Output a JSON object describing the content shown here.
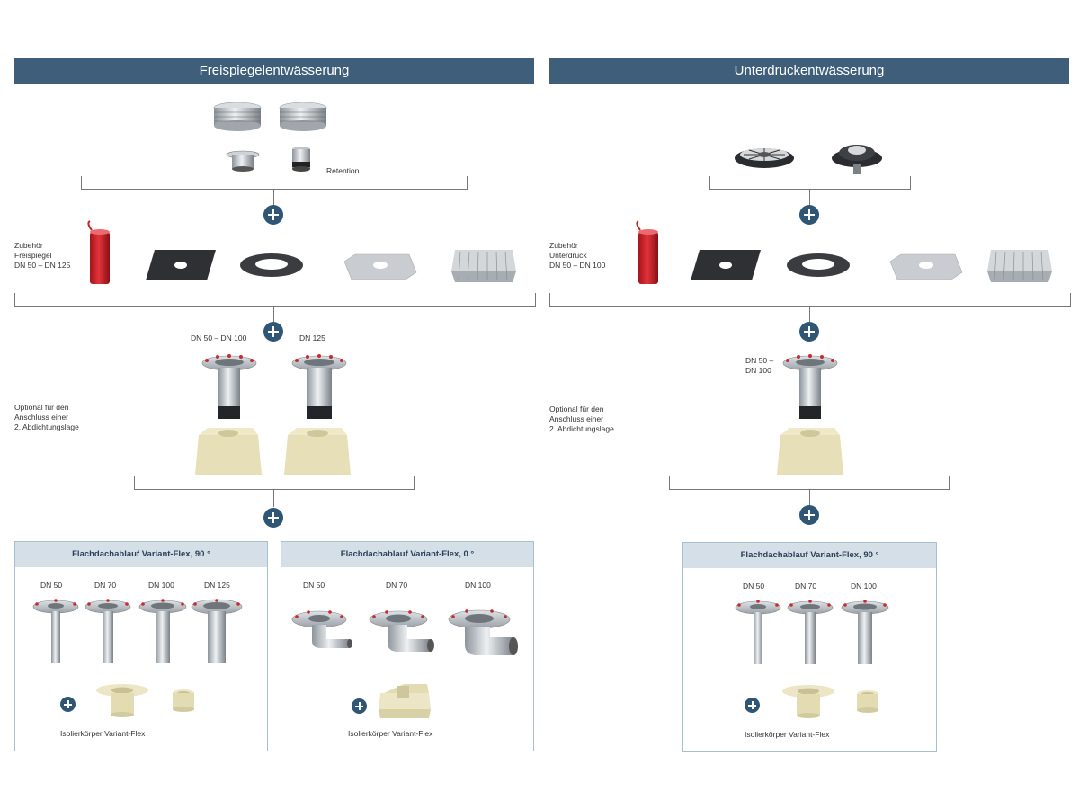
{
  "left": {
    "header": "Freispiegelentwässerung",
    "retention_label": "Retention",
    "accessory_label": [
      "Zubehör",
      "Freispiegel",
      "DN 50 – DN 125"
    ],
    "size_labels": [
      "DN 50 – DN 100",
      "DN 125"
    ],
    "optional_label": [
      "Optional für den",
      "Anschluss einer",
      "2. Abdichtungslage"
    ],
    "panels": [
      {
        "title": "Flachdachablauf Variant-Flex, 90 °",
        "sizes": [
          "DN 50",
          "DN 70",
          "DN 100",
          "DN 125"
        ],
        "insulation_label": "Isolierkörper Variant-Flex"
      },
      {
        "title": "Flachdachablauf Variant-Flex, 0 °",
        "sizes": [
          "DN 50",
          "DN 70",
          "DN 100"
        ],
        "insulation_label": "Isolierkörper Variant-Flex"
      }
    ]
  },
  "right": {
    "header": "Unterdruckentwässerung",
    "accessory_label": [
      "Zubehör",
      "Unterdruck",
      "DN 50 – DN 100"
    ],
    "size_label": [
      "DN 50 –",
      "DN 100"
    ],
    "optional_label": [
      "Optional für den",
      "Anschluss einer",
      "2. Abdichtungslage"
    ],
    "panel": {
      "title": "Flachdachablauf Variant-Flex, 90 °",
      "sizes": [
        "DN 50",
        "DN 70",
        "DN 100"
      ],
      "insulation_label": "Isolierkörper Variant-Flex"
    }
  },
  "colors": {
    "header_bg": "#3e5e7a",
    "plus_icon": "#2f5674",
    "panel_title_bg": "#d4dfe8",
    "panel_border": "#a9bfd0",
    "insulation": "#e6dfb8"
  }
}
